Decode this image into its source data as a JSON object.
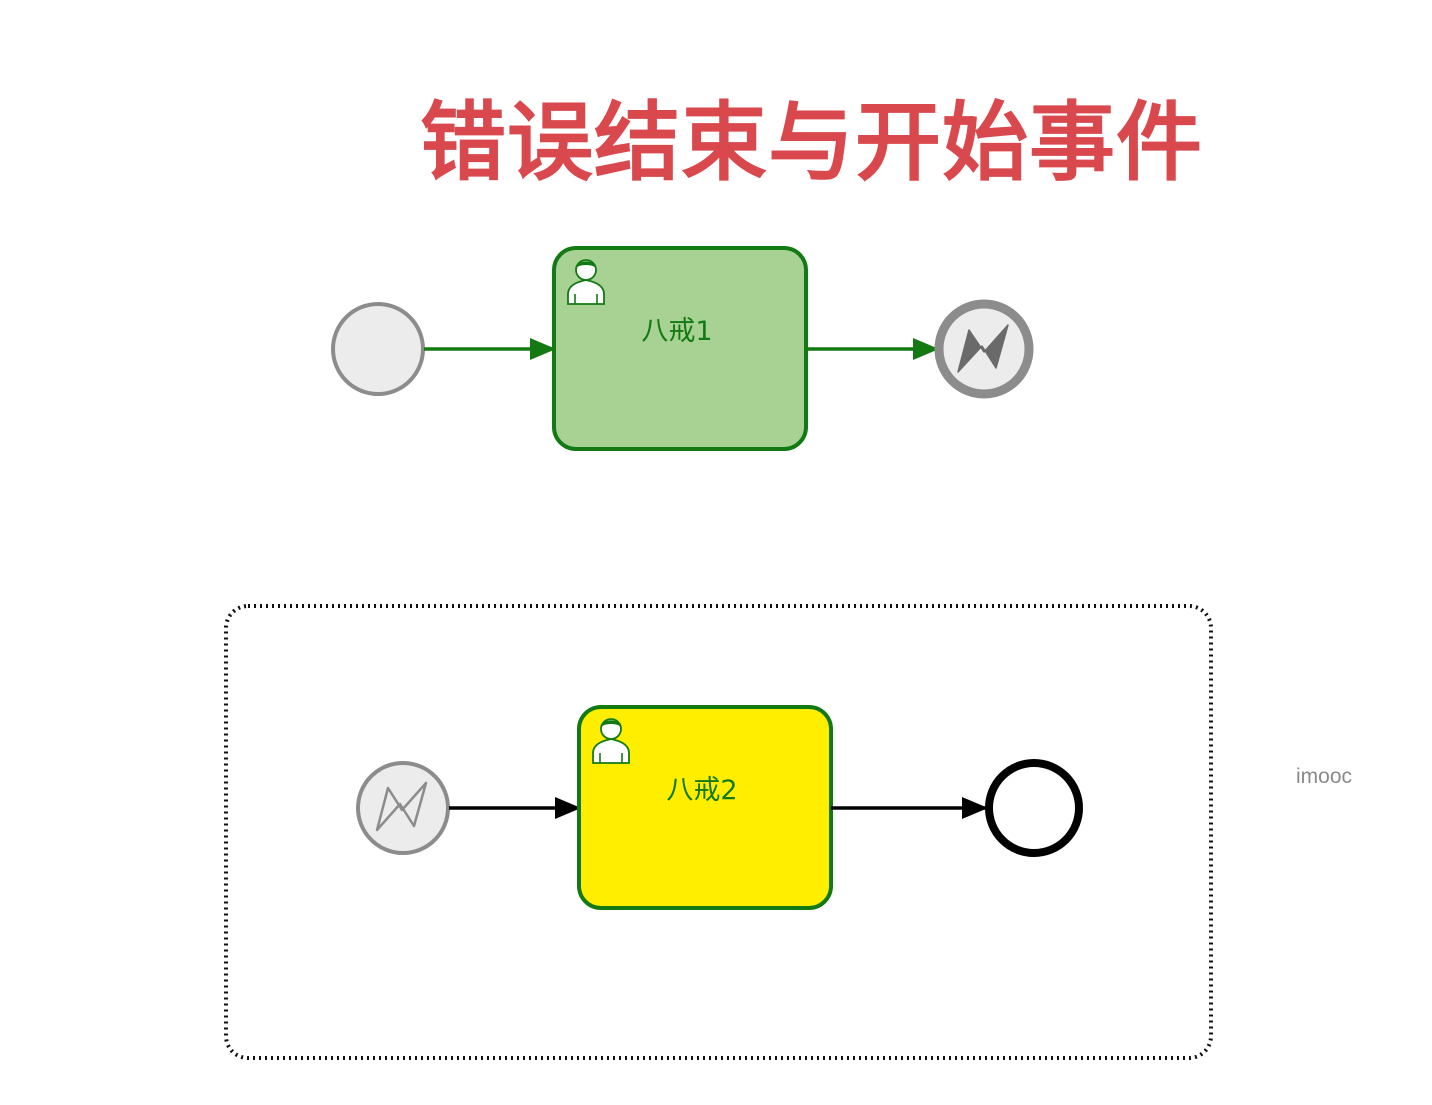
{
  "title": {
    "text": "错误结束与开始事件",
    "color": "#d9484d"
  },
  "watermark": {
    "text": "imooc"
  },
  "process_top": {
    "start_event": {
      "icon": "none-start-event-icon"
    },
    "task": {
      "label": "八戒1",
      "icon": "user-task-icon",
      "fill": "#a8d293",
      "stroke": "#137a13"
    },
    "end_event": {
      "icon": "error-end-event-icon"
    },
    "flow_color": "#137a13"
  },
  "event_subprocess": {
    "border_style": "dotted",
    "start_event": {
      "icon": "error-start-event-icon"
    },
    "task": {
      "label": "八戒2",
      "icon": "user-task-icon",
      "fill": "#ffee00",
      "stroke": "#137a13"
    },
    "end_event": {
      "icon": "none-end-event-icon"
    },
    "flow_color": "#000000"
  },
  "colors": {
    "event_fill": "#ececec",
    "event_stroke": "#8c8c8c",
    "label_color": "#137a13"
  }
}
